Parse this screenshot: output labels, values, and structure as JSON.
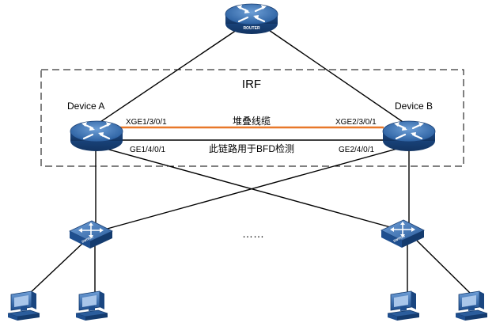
{
  "diagram": {
    "irf_label": "IRF",
    "router_label": "ROUTER",
    "device_a_label": "Device A",
    "device_b_label": "Device B",
    "stack_cable_label": "堆叠线缆",
    "bfd_link_label": "此链路用于BFD检测",
    "port_a_stack": "XGE1/3/0/1",
    "port_b_stack": "XGE2/3/0/1",
    "port_a_bfd": "GE1/4/0/1",
    "port_b_bfd": "GE2/4/0/1",
    "switch_left_label": "SWITCH",
    "switch_right_label": "SWITCH",
    "ellipsis": "……"
  },
  "colors": {
    "router_body": "#1f4f8f",
    "device_body": "#2a5fa0",
    "stack_cable": "#e8782a",
    "link_line": "#000000",
    "irf_box_border": "#000000"
  },
  "icons": [
    "router-icon",
    "switch-icon",
    "pc-icon"
  ]
}
